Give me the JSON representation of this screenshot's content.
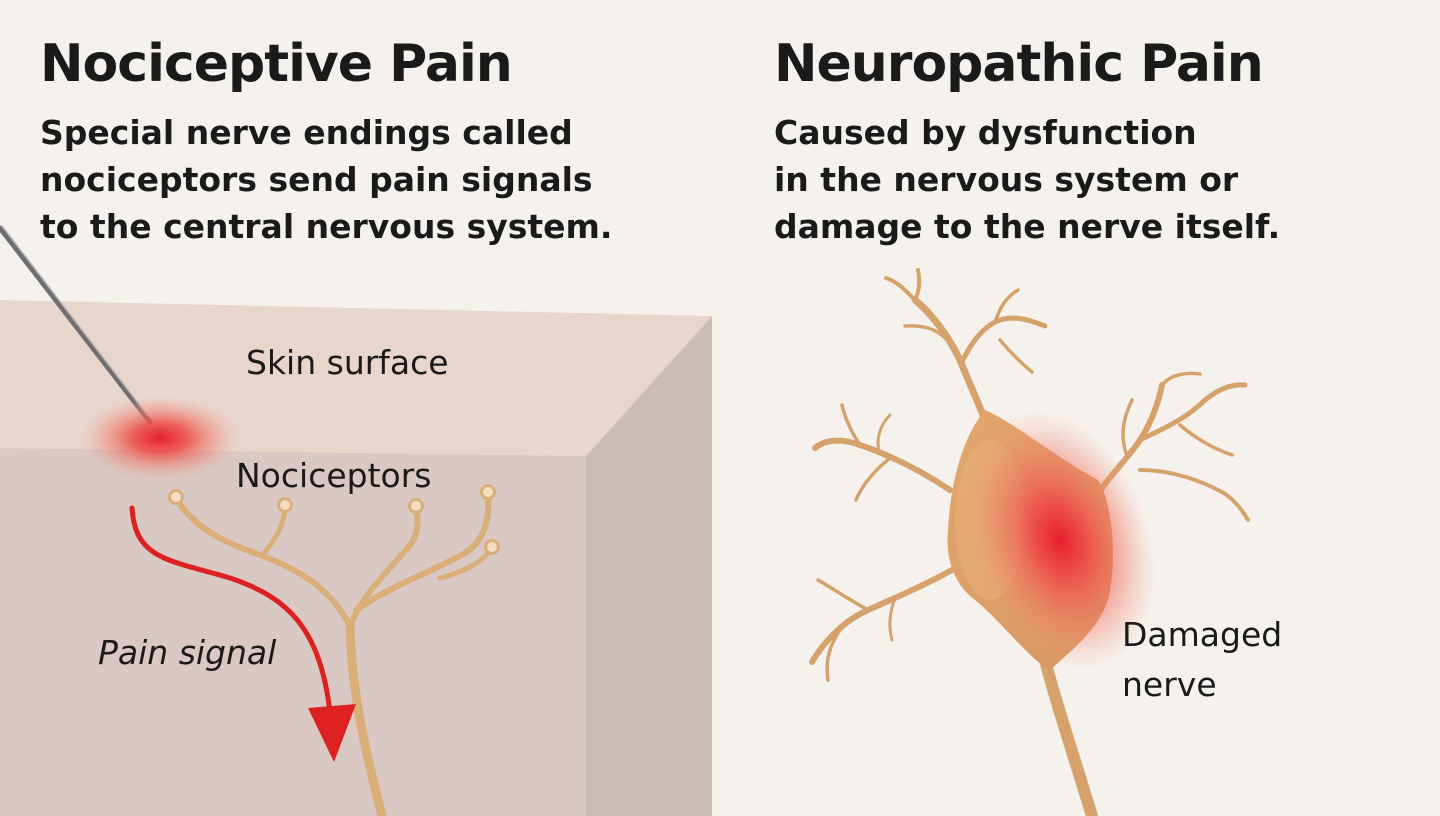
{
  "nociceptive": {
    "title": "Nociceptive Pain",
    "description_lines": [
      "Special nerve endings called",
      "nociceptors send pain signals",
      "to the central nervous system."
    ],
    "labels": {
      "skin_surface": "Skin surface",
      "nociceptors": "Nociceptors",
      "pain_signal": "Pain signal"
    }
  },
  "neuropathic": {
    "title": "Neuropathic Pain",
    "description_lines": [
      "Caused by dysfunction",
      "in the nervous system or",
      "damage to the nerve itself."
    ],
    "labels": {
      "damaged_nerve_lines": [
        "Damaged",
        "nerve"
      ]
    }
  },
  "colors": {
    "background": "#f5f2ee",
    "skin_top": "#e9d8d0",
    "skin_front": "#d8c7c2",
    "skin_side": "#c9bab6",
    "nerve": "#d9ae78",
    "neuron_body": "#dba06a",
    "pain_red": "#e02020",
    "needle": "#777777"
  }
}
